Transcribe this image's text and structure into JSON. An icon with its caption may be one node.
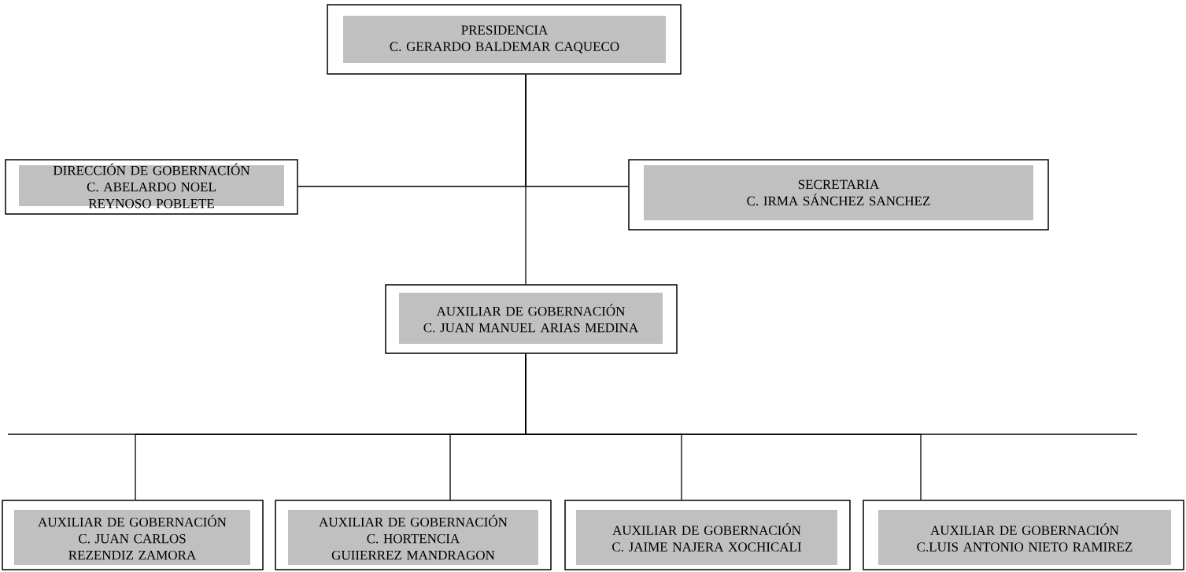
{
  "diagram": {
    "nodes": [
      {
        "text": [
          "PRESIDENCIA",
          "C. GERARDO BALDEMAR CAQUECO"
        ]
      },
      {
        "text": [
          "DIRECCIÓN DE GOBERNACIÓN",
          "C. ABELARDO NOEL REYNOSO POBLETE"
        ]
      },
      {
        "text": [
          "SECRETARIA",
          "C. IRMA SÁNCHEZ SANCHEZ"
        ]
      },
      {
        "text": [
          "AUXILIAR DE GOBERNACIÓN",
          "C. JUAN MANUEL ARIAS MEDINA"
        ]
      },
      {
        "text": [
          "AUXILIAR DE GOBERNACIÓN",
          "C. JUAN CARLOS REZENDIZ ZAMORA"
        ]
      },
      {
        "text": [
          "AUXILIAR DE GOBERNACIÓN",
          "C. HORTENCIA GUIIERREZ MANDRAGON"
        ]
      },
      {
        "text": [
          "AUXILIAR DE GOBERNACIÓN",
          "C. JAIME NAJERA XOCHICALI"
        ]
      },
      {
        "text": [
          "AUXILIAR DE GOBERNACIÓN",
          "C.LUIS ANTONIO NIETO RAMIREZ"
        ]
      }
    ],
    "edges": [
      {
        "from": 0,
        "to": 1,
        "arrow": "none"
      },
      {
        "from": 0,
        "to": 2,
        "arrow": "none"
      },
      {
        "from": 0,
        "to": 3,
        "arrow": "none"
      },
      {
        "from": 3,
        "to": 4,
        "arrow": "none"
      },
      {
        "from": 3,
        "to": 5,
        "arrow": "none"
      },
      {
        "from": 3,
        "to": 6,
        "arrow": "none"
      },
      {
        "from": 3,
        "to": 7,
        "arrow": "none"
      }
    ]
  }
}
